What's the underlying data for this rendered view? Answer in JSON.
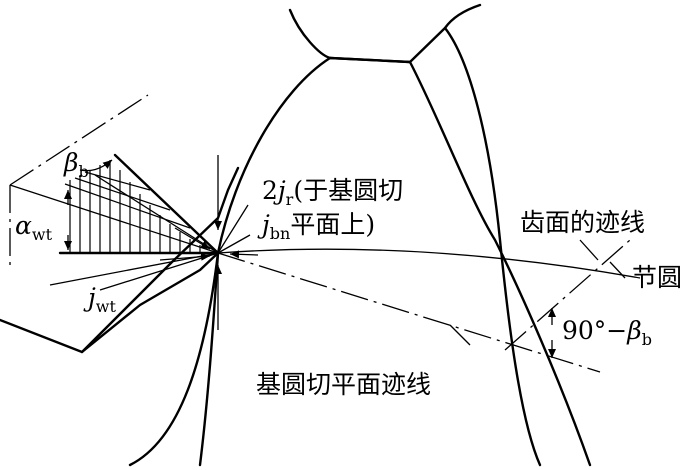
{
  "labels": {
    "beta_b_sym": "β",
    "beta_b_sub": "b",
    "alpha_sym": "α",
    "alpha_sub": "wt",
    "jr_prefix": "2",
    "jr_sym": "j",
    "jr_sub": "r",
    "jr_text": "(于基圆切",
    "jbn_sym": "j",
    "jbn_sub": "bn",
    "jbn_text": "平面上)",
    "jwt_sym": "j",
    "jwt_sub": "wt",
    "tooth_trace": "齿面的迹线",
    "pitch_circle": "节圆",
    "angle_text": "90°−",
    "angle_beta_sym": "β",
    "angle_beta_sub": "b",
    "base_plane_trace": "基圆切平面迹线"
  }
}
